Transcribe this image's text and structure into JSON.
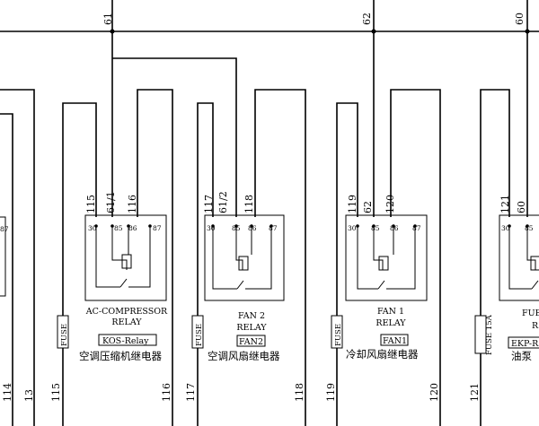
{
  "bus_wires": {
    "w61": "61",
    "w62": "62",
    "w60": "60"
  },
  "relays": [
    {
      "id": "ac",
      "top_wires": [
        "115",
        "61/1",
        "116"
      ],
      "pins": [
        "30",
        "85",
        "86",
        "87"
      ],
      "name_lines": [
        "AC-COMPRESSOR",
        "RELAY"
      ],
      "code": "KOS-Relay",
      "cn_label": "空调压缩机继电器",
      "fuse_label": "FUSE"
    },
    {
      "id": "fan2",
      "top_wires": [
        "117",
        "61/2",
        "118"
      ],
      "pins": [
        "30",
        "85",
        "86",
        "87"
      ],
      "name_lines": [
        "FAN 2",
        "RELAY"
      ],
      "code": "FAN2",
      "cn_label": "空调风扇继电器",
      "fuse_label": "FUSE"
    },
    {
      "id": "fan1",
      "top_wires": [
        "119",
        "62",
        "120"
      ],
      "pins": [
        "30",
        "85",
        "86",
        "87"
      ],
      "name_lines": [
        "FAN 1",
        "RELAY"
      ],
      "code": "FAN1",
      "cn_label": "冷却风扇继电器",
      "fuse_label": "FUSE"
    },
    {
      "id": "fuel",
      "top_wires": [
        "121",
        "60"
      ],
      "pins": [
        "30",
        "85"
      ],
      "name_lines": [
        "FUE",
        "R"
      ],
      "code": "EKP-R",
      "cn_label": "油泵",
      "fuse_label": "FUSE 15A"
    }
  ],
  "bottom_wires": [
    "114",
    "13",
    "115",
    "116",
    "117",
    "118",
    "119",
    "120",
    "121"
  ],
  "left_pin_fragment": "87"
}
